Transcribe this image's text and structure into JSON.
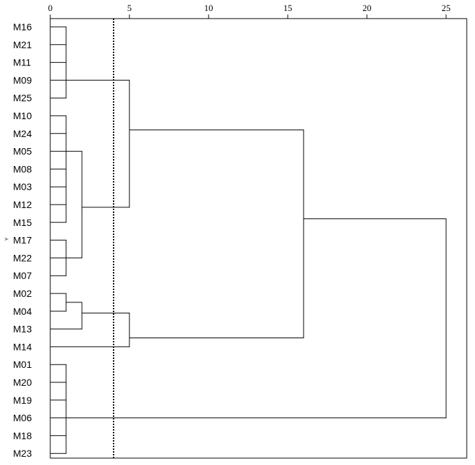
{
  "chart_data": {
    "type": "dendrogram",
    "x_ticks": [
      0,
      5,
      10,
      15,
      20,
      25
    ],
    "x_tick_labels": [
      "0",
      "5",
      "10",
      "15",
      "20",
      "25"
    ],
    "xlim": [
      0,
      25
    ],
    "side_mark": "Y",
    "leaves": [
      "M16",
      "M21",
      "M11",
      "M09",
      "M25",
      "M10",
      "M24",
      "M05",
      "M08",
      "M03",
      "M12",
      "M15",
      "M17",
      "M22",
      "M07",
      "M02",
      "M04",
      "M13",
      "M14",
      "M01",
      "M20",
      "M19",
      "M06",
      "M18",
      "M23"
    ],
    "cut_line_value": 4,
    "merges": [
      {
        "children": [
          "M16",
          "M21",
          "M11",
          "M09",
          "M25"
        ],
        "height": 1
      },
      {
        "children": [
          "M10",
          "M24",
          "M05",
          "M08",
          "M03",
          "M12",
          "M15"
        ],
        "height": 1
      },
      {
        "children": [
          "M17",
          "M22",
          "M07"
        ],
        "height": 1
      },
      {
        "children": [
          "M02",
          "M04"
        ],
        "height": 1
      },
      {
        "children": [
          "M01",
          "M20",
          "M19",
          "M06",
          "M18",
          "M23"
        ],
        "height": 1
      },
      {
        "children": [
          "cluster:M10-M15",
          "cluster:M17-M07"
        ],
        "height": 2
      },
      {
        "children": [
          "cluster:M02-M04",
          "M13"
        ],
        "height": 2
      },
      {
        "children": [
          "cluster:M16-M25",
          "cluster:M10-M07"
        ],
        "height": 5
      },
      {
        "children": [
          "cluster:M02-M13",
          "M14"
        ],
        "height": 5
      },
      {
        "children": [
          "cluster:M16-M07",
          "cluster:M02-M14"
        ],
        "height": 16
      },
      {
        "children": [
          "cluster:M16-M14",
          "cluster:M01-M23"
        ],
        "height": 25
      }
    ]
  }
}
